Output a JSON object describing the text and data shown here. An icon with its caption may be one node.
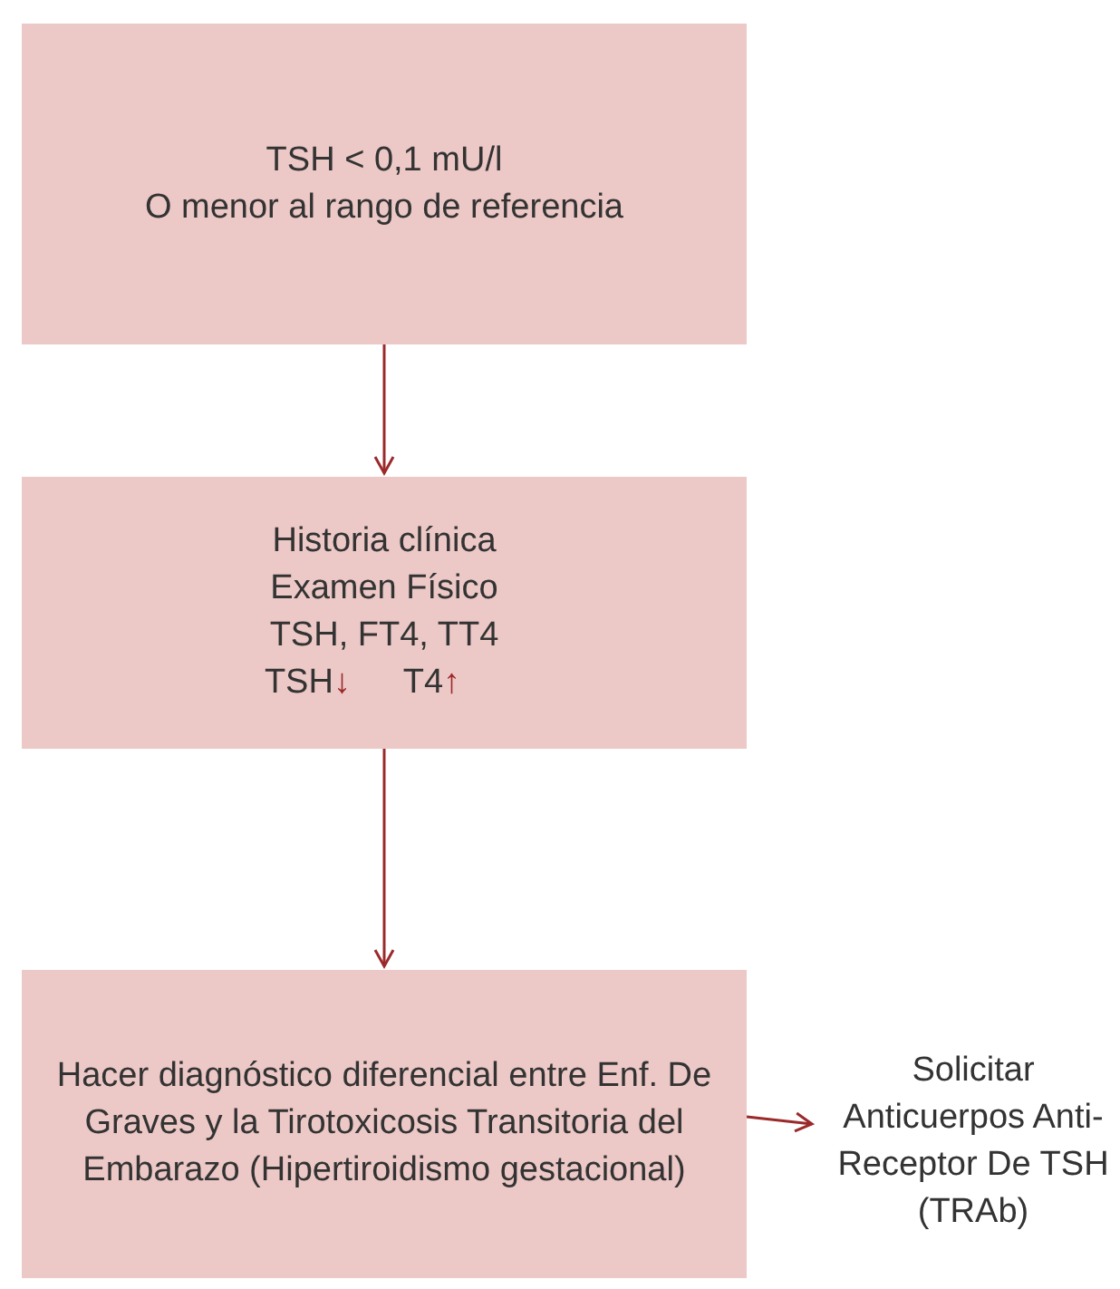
{
  "diagram": {
    "nodes": [
      {
        "text": [
          "TSH < 0,1 mU/l",
          "O menor al rango de referencia"
        ]
      },
      {
        "text": [
          "Historia clínica",
          "Examen Físico",
          "TSH, FT4, TT4",
          "TSH↓ T4↑"
        ]
      },
      {
        "text": [
          "Hacer diagnóstico diferencial entre Enf. De Graves y la Tirotoxicosis Transitoria del Embarazo (Hipertiroidismo gestacional)"
        ]
      },
      {
        "text": [
          "Solicitar Anticuerpos Anti-Receptor De TSH (TRAb)"
        ]
      }
    ],
    "edges": [
      {
        "from": 0,
        "to": 1,
        "arrow": "to"
      },
      {
        "from": 1,
        "to": 2,
        "arrow": "to"
      },
      {
        "from": 2,
        "to": 3,
        "arrow": "to"
      }
    ]
  }
}
